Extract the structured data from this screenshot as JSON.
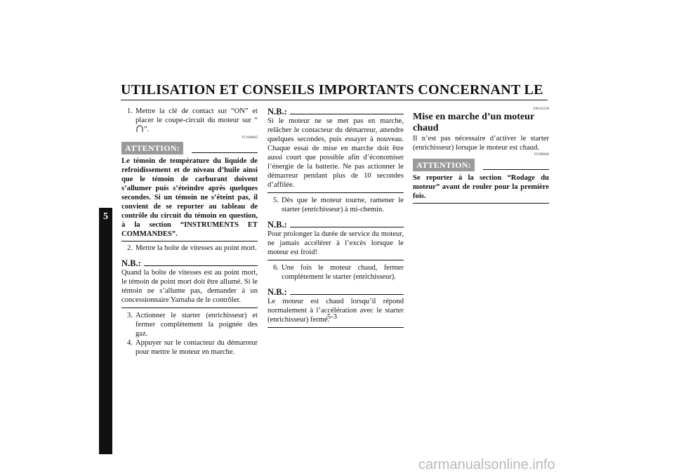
{
  "header": {
    "title": "UTILISATION ET CONSEILS IMPORTANTS CONCERNANT LE"
  },
  "chapter_tab": "5",
  "col1": {
    "step1": {
      "num": "1.",
      "text_a": "Mettre la clé de contact sur “ON” et placer le coupe-circuit du moteur sur “",
      "text_b": "”."
    },
    "code1": "FCA00005",
    "attention": {
      "label": "ATTENTION:",
      "body": "Le témoin de température du liquide de refroidissement et de niveau d’huile ainsi que le témoin de carburant doivent s’allumer puis s’éteindre après quelques secondes. Si un témoin ne s’éteint pas, il convient de se reporter au tableau de contrôle du circuit du témoin en question, à la section “INSTRUMENTS ET COMMANDES”."
    },
    "step2": {
      "num": "2.",
      "text": "Mettre la boîte de vitesses au point mort."
    },
    "nb": {
      "label": "N.B.:",
      "body": "Quand la boîte de vitesses est au point mort, le témoin de point mort doit être allumé. Si le témoin ne s’allume pas, demander à un concessionnaire Yamaha de le contrôler."
    },
    "step3": {
      "num": "3.",
      "text": "Actionner le starter (enrichisseur) et fermer complètement la poignée des gaz."
    },
    "step4": {
      "num": "4.",
      "text": "Appuyer sur le contacteur du démarreur pour mettre le moteur en marche."
    }
  },
  "col2": {
    "nb1": {
      "label": "N.B.:",
      "body": "Si le moteur ne se met pas en marche, relâcher le contacteur du démarreur, attendre quelques secondes, puis essayer à nouveau. Chaque essai de mise en marche doit être aussi court que possible afin d’économiser l’énergie de la batterie. Ne pas actionner le démarreur pendant plus de 10 secondes d’affilée."
    },
    "step5": {
      "num": "5.",
      "text": "Dès que le moteur tourne, ramener le starter (enrichisseur) à mi-chemin."
    },
    "nb2": {
      "label": "N.B.:",
      "body": "Pour prolonger la durée de service du moteur, ne jamais accélérer à l’excès lorsque le moteur est froid!"
    },
    "step6": {
      "num": "6.",
      "text": "Une fois le moteur chaud, fermer complètement le starter (enrichisseur)."
    },
    "nb3": {
      "label": "N.B.:",
      "body": "Le moteur est chaud lorsqu’il répond normalement à l’accélération avec le starter (enrichisseur) fermé."
    }
  },
  "col3": {
    "code_top": "FAU01258",
    "section_title": "Mise en marche d’un moteur chaud",
    "body": "Il n’est pas nécessaire d’activer le starter (enrichisseur) lorsque le moteur est chaud.",
    "code2": "FC000046",
    "attention": {
      "label": "ATTENTION:",
      "body": "Se reporter à la section “Rodage du moteur” avant de rouler pour la première fois."
    }
  },
  "footer": {
    "page_number": "5-3"
  },
  "watermark": "carmanualsonline.info"
}
